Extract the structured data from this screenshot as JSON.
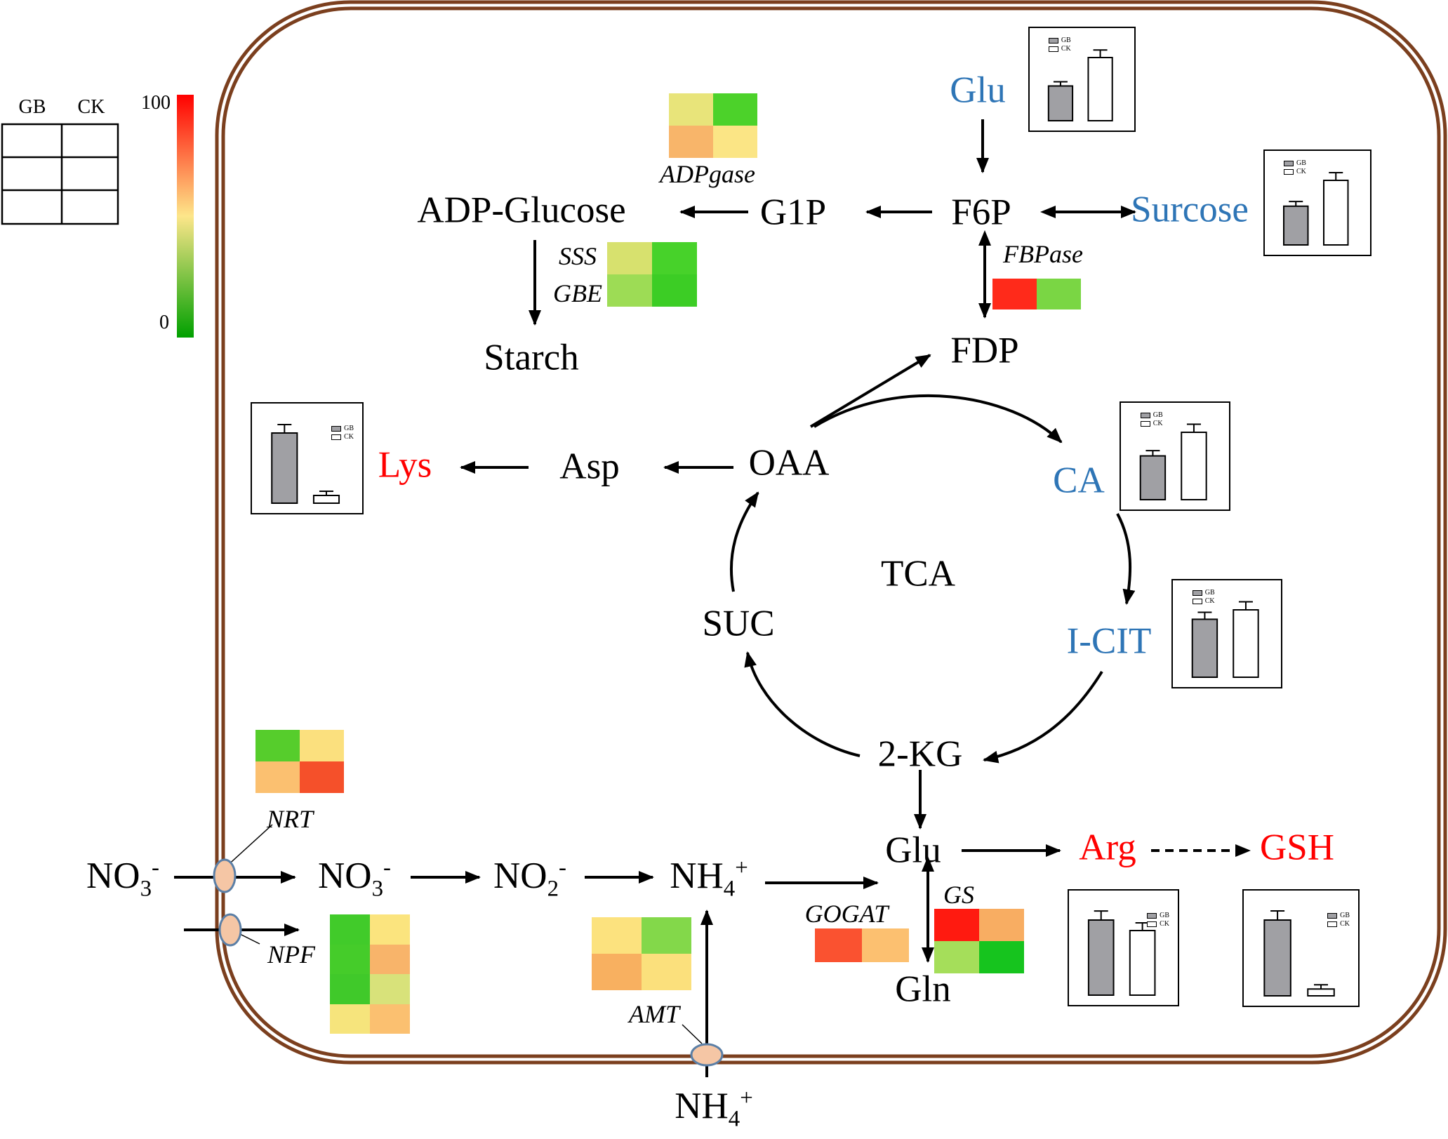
{
  "legend": {
    "grid_headers": [
      "GB",
      "CK"
    ],
    "scale_max": "100",
    "scale_min": "0",
    "scale_colors": [
      "#ff0000",
      "#fde68a",
      "#00a000"
    ]
  },
  "metabolites": {
    "adp_glucose": "ADP-Glucose",
    "g1p": "G1P",
    "f6p": "F6P",
    "glu_top": "Glu",
    "surcose": "Surcose",
    "starch": "Starch",
    "fdp": "FDP",
    "lys": "Lys",
    "asp": "Asp",
    "oaa": "OAA",
    "ca": "CA",
    "tca": "TCA",
    "suc": "SUC",
    "i_cit": "I-CIT",
    "two_kg": "2-KG",
    "glu_bottom": "Glu",
    "arg": "Arg",
    "gsh": "GSH",
    "gln": "Gln",
    "no3_out_base": "NO",
    "no3_out_sub": "3",
    "no3_out_sup": "-",
    "no3_in_base": "NO",
    "no3_in_sub": "3",
    "no3_in_sup": "-",
    "no2_base": "NO",
    "no2_sub": "2",
    "no2_sup": "-",
    "nh4_in_base": "NH",
    "nh4_in_sub": "4",
    "nh4_in_sup": "+",
    "nh4_out_base": "NH",
    "nh4_out_sub": "4",
    "nh4_out_sup": "+"
  },
  "colors": {
    "increased": "#ff0000",
    "decreased": "#2e75b6",
    "neutral": "#000000",
    "membrane": "#7b3f1e",
    "transporter": "#f5c6a5",
    "transporter_edge": "#5b7fa6",
    "bar_gb": "#a0a0a4",
    "bar_ck": "#ffffff"
  },
  "enzymes": {
    "adpgase": "ADPgase",
    "sss": "SSS",
    "gbe": "GBE",
    "fbpase": "FBPase",
    "nrt": "NRT",
    "npf": "NPF",
    "amt": "AMT",
    "gogat": "GOGAT",
    "gs": "GS"
  },
  "heatmaps": {
    "adpgase": [
      [
        "#e8e47a",
        "#4cd22a"
      ],
      [
        "#f8b56a",
        "#fbe585"
      ]
    ],
    "sss_gbe": [
      [
        "#d7e16e",
        "#47d22a"
      ],
      [
        "#9ddc55",
        "#3ccd25"
      ]
    ],
    "fbpase": [
      [
        "#ff2a1a",
        "#7ad644"
      ]
    ],
    "nrt": [
      [
        "#56cd2c",
        "#fbe07e"
      ],
      [
        "#fbc070",
        "#f5502a"
      ]
    ],
    "npf": [
      [
        "#41cb2a",
        "#fbe47e"
      ],
      [
        "#45cc2a",
        "#f8b46a"
      ],
      [
        "#40c92a",
        "#d8e27a"
      ],
      [
        "#f6e47c",
        "#fbc070"
      ]
    ],
    "amt": [
      [
        "#fce27e",
        "#83d84a"
      ],
      [
        "#f8b060",
        "#fbe07c"
      ]
    ],
    "gogat": [
      [
        "#fa5230",
        "#fcc070"
      ]
    ],
    "gs": [
      [
        "#ff1a10",
        "#f8ad62"
      ],
      [
        "#a5de5a",
        "#16c41e"
      ]
    ]
  },
  "bar_legend": {
    "gb": "GB",
    "ck": "CK"
  },
  "bar_charts": {
    "glu": {
      "gb": 0.55,
      "ck": 1.0
    },
    "surcose": {
      "gb": 0.6,
      "ck": 1.0
    },
    "lys": {
      "gb": 1.0,
      "ck": 0.11
    },
    "ca": {
      "gb": 0.65,
      "ck": 1.0
    },
    "icit": {
      "gb": 0.86,
      "ck": 1.0
    },
    "arg": {
      "gb": 1.0,
      "ck": 0.86
    },
    "gsh": {
      "gb": 1.0,
      "ck": 0.09
    }
  },
  "chart_data": [
    {
      "type": "bar",
      "title": "",
      "categories": [
        "GB",
        "CK"
      ],
      "series": [
        {
          "name": "Glu",
          "values": [
            0.55,
            1.0
          ]
        }
      ]
    },
    {
      "type": "bar",
      "title": "",
      "categories": [
        "GB",
        "CK"
      ],
      "series": [
        {
          "name": "Surcose",
          "values": [
            0.6,
            1.0
          ]
        }
      ]
    },
    {
      "type": "bar",
      "title": "",
      "categories": [
        "GB",
        "CK"
      ],
      "series": [
        {
          "name": "Lys",
          "values": [
            1.0,
            0.11
          ]
        }
      ]
    },
    {
      "type": "bar",
      "title": "",
      "categories": [
        "GB",
        "CK"
      ],
      "series": [
        {
          "name": "CA",
          "values": [
            0.65,
            1.0
          ]
        }
      ]
    },
    {
      "type": "bar",
      "title": "",
      "categories": [
        "GB",
        "CK"
      ],
      "series": [
        {
          "name": "I-CIT",
          "values": [
            0.86,
            1.0
          ]
        }
      ]
    },
    {
      "type": "bar",
      "title": "",
      "categories": [
        "GB",
        "CK"
      ],
      "series": [
        {
          "name": "Arg",
          "values": [
            1.0,
            0.86
          ]
        }
      ]
    },
    {
      "type": "bar",
      "title": "",
      "categories": [
        "GB",
        "CK"
      ],
      "series": [
        {
          "name": "GSH",
          "values": [
            1.0,
            0.09
          ]
        }
      ]
    }
  ]
}
